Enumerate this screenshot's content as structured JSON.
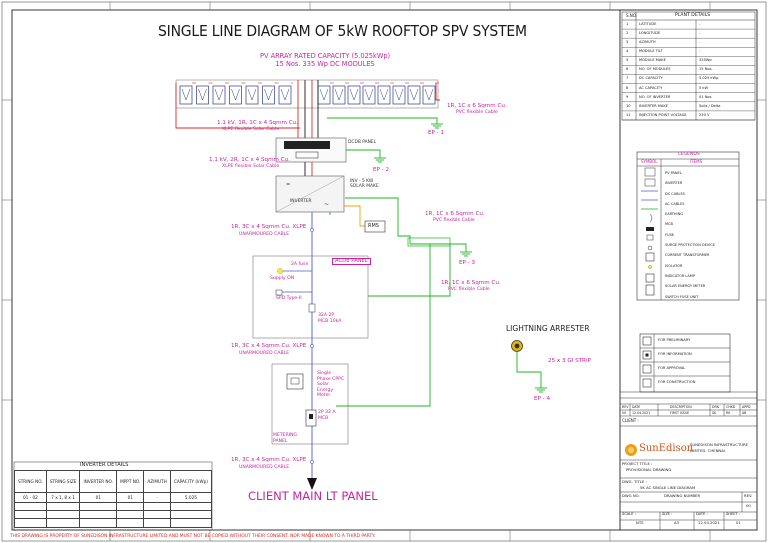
{
  "title": "SINGLE LINE DIAGRAM OF 5kW ROOFTOP SPV SYSTEM",
  "pv_array": {
    "capacity_line": "PV ARRAY RATED CAPACITY (5.025kWp)",
    "modules_line": "15 Nos. 335 Wp DC MODULES"
  },
  "labels": {
    "cable_dc_string": "1.1 kV, 1R, 1C x 4 Sqmm Cu.",
    "cable_dc_string_2": "XLPE flexible Solar Cable",
    "cable_dc_main": "1.1 kV, 2R, 1C x 4 Sqmm Cu.",
    "cable_dc_main_2": "XLPE flexible Solar Cable",
    "earth_cable_1": "1R, 1C x 6 Sqmm Cu.",
    "earth_cable_1b": "PVC flexible Cable",
    "earth_cable_2": "1R, 1C x 6 Sqmm Cu.",
    "earth_cable_2b": "PVC flexible Cable",
    "earth_cable_3": "1R, 1C x 6 Sqmm Cu.",
    "earth_cable_3b": "PVC flexible Cable",
    "ac_cable_1": "1R, 3C x 4 Sqmm Cu. XLPE",
    "ac_cable_1b": "UNARMOURED CABLE",
    "ac_cable_2": "1R, 3C x 4 Sqmm Cu. XLPE",
    "ac_cable_2b": "UNARMOURED CABLE",
    "ac_cable_3": "1R, 3C x 4 Sqmm Cu. XLPE",
    "ac_cable_3b": "UNARMOURED CABLE",
    "ep1": "EP - 1",
    "ep2": "EP - 2",
    "ep3": "EP - 3",
    "ep4": "EP - 4",
    "acdb": "ACDB PANEL",
    "rms": "RMS",
    "metering": "METERING PANEL",
    "client_panel": "CLIENT MAIN LT PANEL",
    "lightning": "LIGHTNING ARRESTER",
    "gi_strip": "25 x 3 GI STRIP",
    "supply_on": "Supply ON",
    "fuse_2a": "2A fuse",
    "spd_ac": "SPD Type-II",
    "mcb_ac": "32A 2P MCB 10kA",
    "mcb_meter": "2P 32 A MCB",
    "energy_meter": "Single Phase CPPC Solar Energy Meter",
    "dcdb_box": "DCDB PANEL",
    "inverter_box": "INVERTER",
    "inv_rating": "INV - 5 KW",
    "inv_sub": "SOLAR MAKE"
  },
  "plant_details": {
    "header_no": "S.NO.",
    "header_title": "PLANT DETAILS",
    "rows": [
      {
        "no": "1",
        "param": "LATITUDE",
        "value": "-"
      },
      {
        "no": "2",
        "param": "LONGITUDE",
        "value": "-"
      },
      {
        "no": "3",
        "param": "AZIMUTH",
        "value": "-"
      },
      {
        "no": "4",
        "param": "MODULE TILT",
        "value": "-"
      },
      {
        "no": "5",
        "param": "MODULE MAKE",
        "value": "335Wp"
      },
      {
        "no": "6",
        "param": "NO. OF MODULES",
        "value": "15 Nos."
      },
      {
        "no": "7",
        "param": "DC CAPACITY",
        "value": "5.025 kWp"
      },
      {
        "no": "8",
        "param": "AC CAPACITY",
        "value": "5 kW"
      },
      {
        "no": "9",
        "param": "NO. OF INVERTER",
        "value": "01 Nos"
      },
      {
        "no": "10",
        "param": "INVERTER MAKE",
        "value": "Solis / Delta"
      },
      {
        "no": "11",
        "param": "INJECTION POINT VOLTAGE",
        "value": "230 V"
      }
    ]
  },
  "legends": {
    "title": "LEGENDS",
    "col_symbol": "SYMBOL",
    "col_item": "ITEMS",
    "items": [
      "PV PANEL",
      "INVERTER",
      "DC CABLES",
      "AC CABLES",
      "EARTHING",
      "MCB",
      "FUSE",
      "SURGE PROTECTION DEVICE",
      "CURRENT TRANSFORMER",
      "ISOLATOR",
      "INDICATOR LAMP",
      "SOLAR ENERGY METER",
      "SWITCH FUSE UNIT"
    ]
  },
  "approvals": [
    "FOR PRELIMINARY",
    "FOR INFORMATION",
    "FOR APPROVAL",
    "FOR CONSTRUCTION"
  ],
  "revision": {
    "cols": [
      "REV",
      "DATE",
      "DESCRIPTION",
      "DRN",
      "CHKD",
      "APPD"
    ],
    "row": [
      "00",
      "12.04.2021",
      "FIRST ISSUE",
      "SK",
      "RK",
      "AB"
    ],
    "client": "CLIENT :"
  },
  "company": {
    "logo": "SunEdison",
    "name_line1": "SUNEDISON INFRASTRUCTURE",
    "name_line2": "LIMITED, CHENNAI"
  },
  "project": {
    "project_label": "PROJECT TITLE :",
    "project_value": "PROVISIONAL DRAWING",
    "dwg_label": "DWG. TITLE :",
    "dwg_value": "5K AC SINGLE LINE DIAGRAM",
    "dwg_no_label": "DWG NO.",
    "dwg_no_value": "DRAWING NUMBER",
    "rev_label": "REV.",
    "rev_value": "00",
    "scale_label": "SCALE :",
    "scale_value": "NTS",
    "size_label": "SIZE :",
    "size_value": "A3",
    "date_label": "DATE :",
    "date_value": "12.04.2021",
    "sheet_label": "SHEET :",
    "sheet_value": "01"
  },
  "inverter_details": {
    "title": "INVERTER DETAILS",
    "headers": [
      "STRING NO.",
      "STRING SIZE",
      "INVERTER NO.",
      "MPPT NO.",
      "AZIMUTH",
      "CAPACITY (kWp)"
    ],
    "row": [
      "01 - 02",
      "7 x 1, 8 x 1",
      "01",
      "01",
      "-",
      "5.025"
    ]
  },
  "footer": "THIS DRAWING IS PROPERTY OF SUNEDISON INFRASTRUCTURE LIMITED AND MUST NOT BE COPIED WITHOUT THEIR CONSENT. NOR MADE KNOWN TO A THIRD PARTY."
}
